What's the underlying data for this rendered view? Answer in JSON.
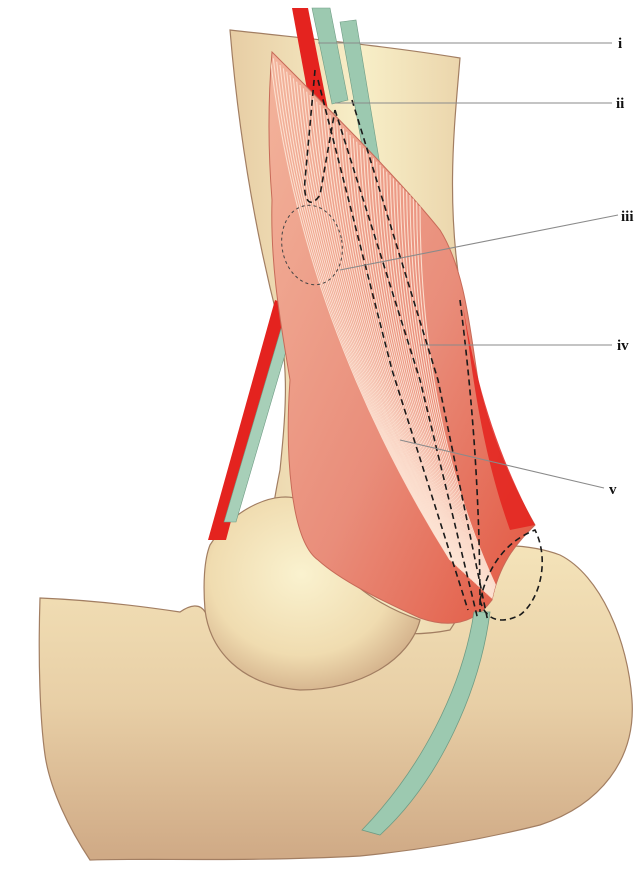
{
  "labels": [
    {
      "id": "i",
      "text": "i"
    },
    {
      "id": "ii",
      "text": "ii"
    },
    {
      "id": "iii",
      "text": "iii"
    },
    {
      "id": "iv",
      "text": "iv"
    },
    {
      "id": "v",
      "text": "v"
    }
  ],
  "colors": {
    "background": "#ffffff",
    "bone_light": "#f6ecc2",
    "bone_shadow": "#c9a27e",
    "muscle": "#e2766a",
    "artery": "#e4231f",
    "nerve": "#9cc9b0",
    "leader": "#8a8a8a"
  }
}
